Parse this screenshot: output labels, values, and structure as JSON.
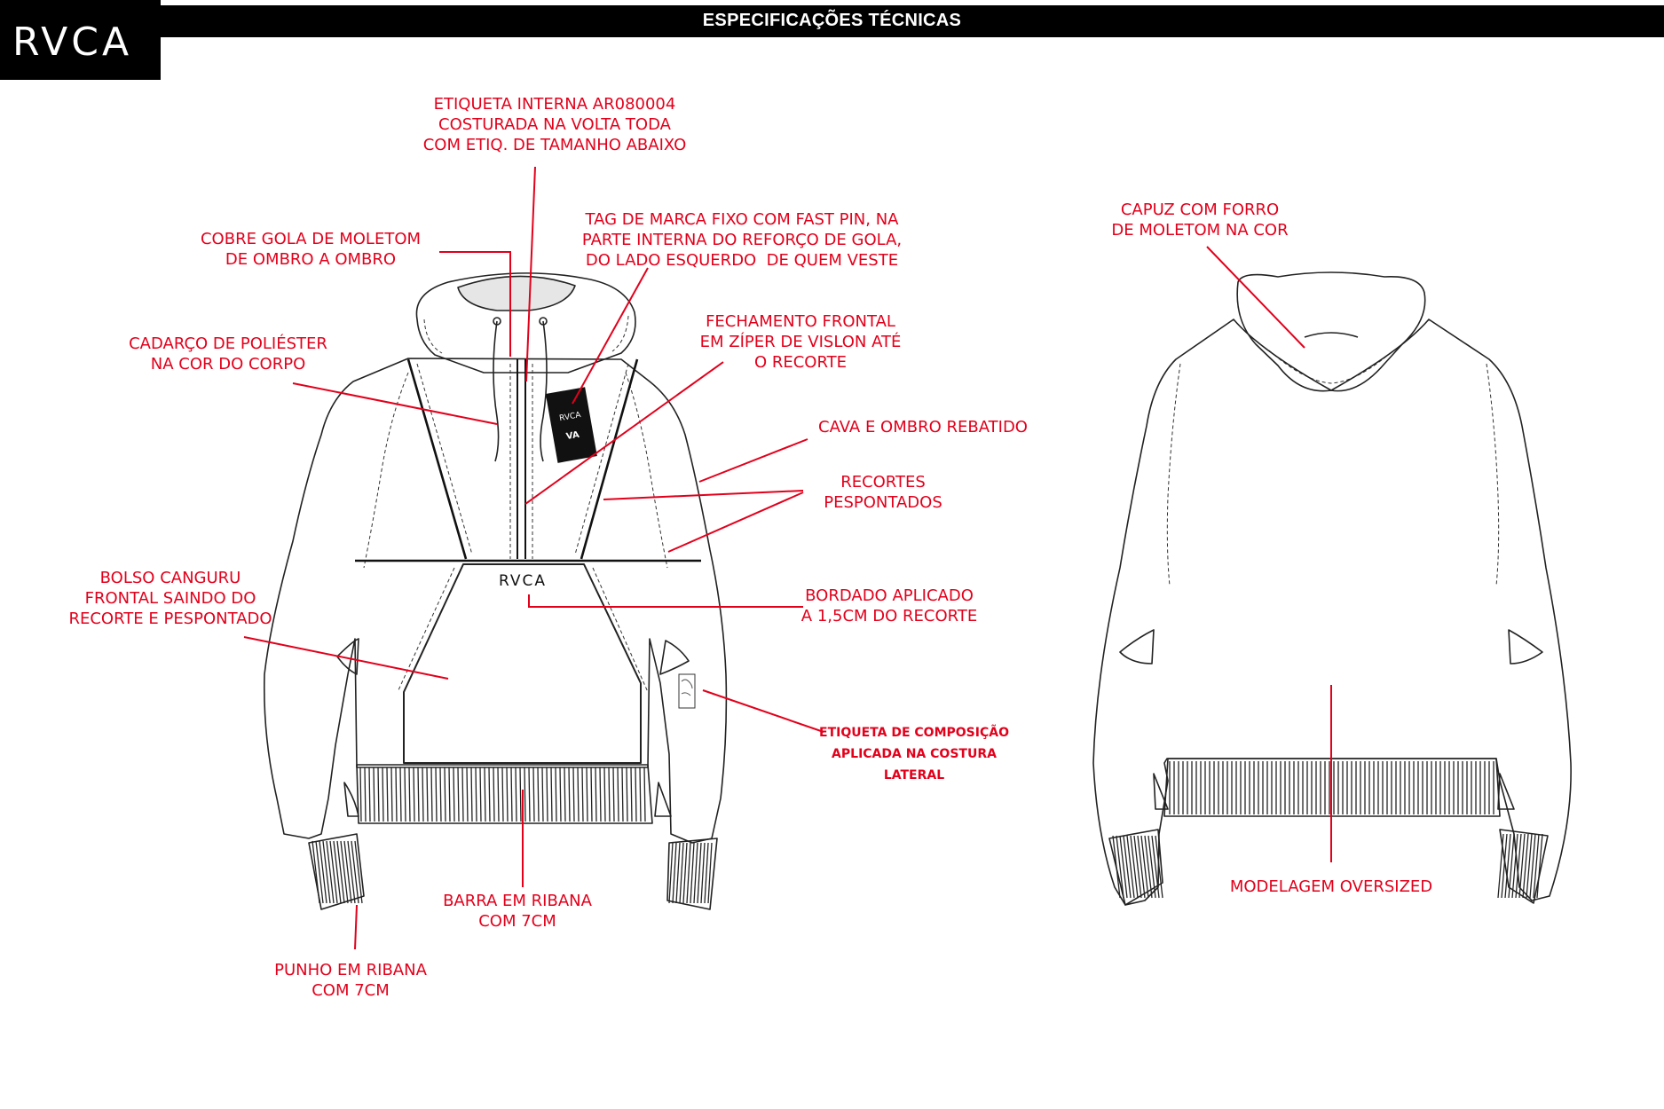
{
  "header": {
    "title": "ESPECIFICAÇÕES TÉCNICAS",
    "logo": "RVCA"
  },
  "colors": {
    "accent": "#e3001b",
    "header_bg": "#000000",
    "line": "#222222"
  },
  "annotations": {
    "etiqueta_interna": [
      "ETIQUETA INTERNA AR080004",
      "COSTURADA NA VOLTA TODA",
      "COM ETIQ. DE TAMANHO ABAIXO"
    ],
    "cobre_gola": [
      "COBRE GOLA DE MOLETOM",
      "DE OMBRO A OMBRO"
    ],
    "tag_marca": [
      "TAG DE MARCA FIXO COM FAST PIN, NA",
      "PARTE INTERNA DO REFORÇO DE GOLA,",
      "DO LADO ESQUERDO  DE QUEM VESTE"
    ],
    "cadarco": [
      "CADARÇO DE POLIÉSTER",
      "NA COR DO CORPO"
    ],
    "fechamento": [
      "FECHAMENTO FRONTAL",
      "EM ZÍPER DE VISLON ATÉ",
      "O RECORTE"
    ],
    "cava": [
      "CAVA E OMBRO REBATIDO"
    ],
    "recortes": [
      "RECORTES",
      "PESPONTADOS"
    ],
    "bolso": [
      "BOLSO CANGURU",
      "FRONTAL SAINDO DO",
      "RECORTE E PESPONTADO"
    ],
    "bordado": [
      "BORDADO APLICADO",
      "A 1,5CM DO RECORTE"
    ],
    "etiqueta_composicao": [
      "ETIQUETA DE COMPOSIÇÃO",
      "APLICADA NA COSTURA",
      "LATERAL"
    ],
    "barra": [
      "BARRA EM RIBANA",
      "COM 7CM"
    ],
    "punho": [
      "PUNHO EM RIBANA",
      "COM 7CM"
    ],
    "capuz": [
      "CAPUZ COM FORRO",
      "DE MOLETOM NA COR"
    ],
    "modelagem": [
      "MODELAGEM OVERSIZED"
    ]
  },
  "garment_marks": {
    "chest_logo": "RVCA",
    "tag_logo": "RVCA",
    "tag_symbol": "VA"
  }
}
